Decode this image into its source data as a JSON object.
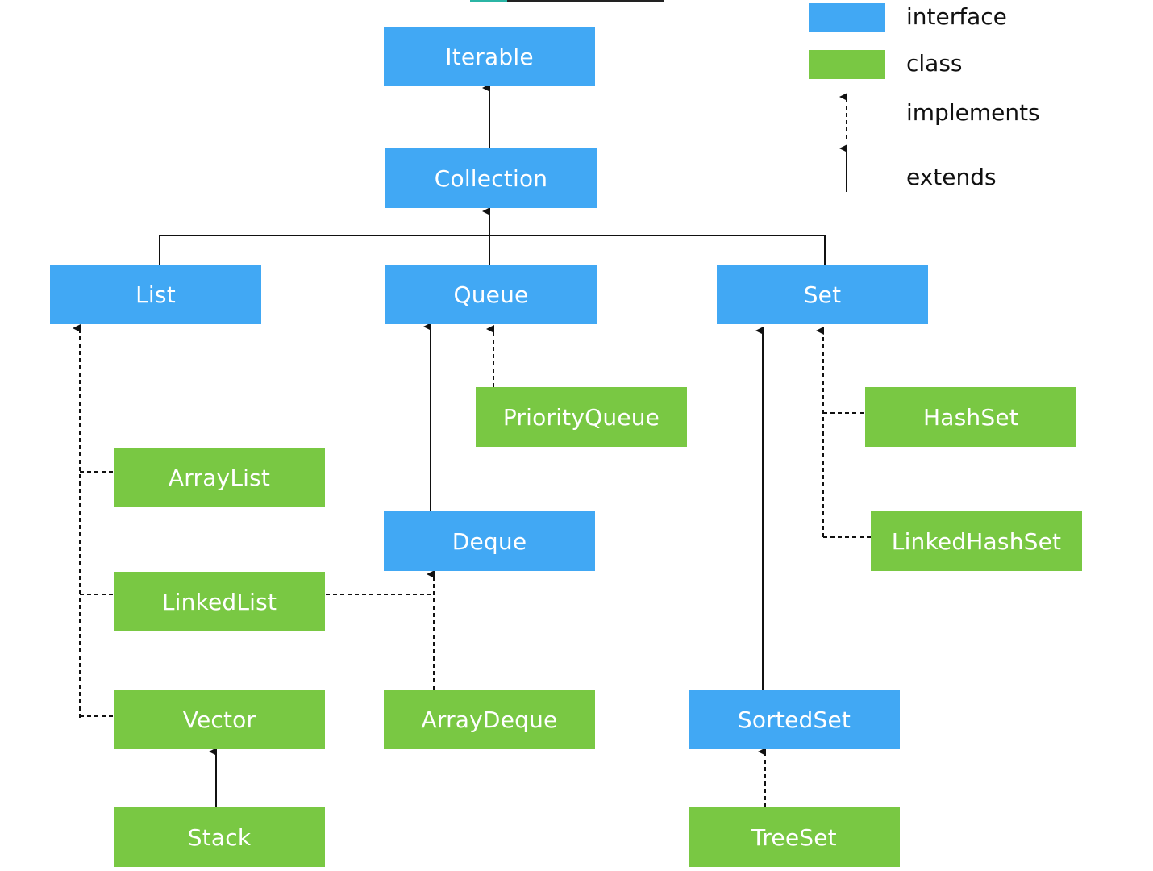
{
  "colors": {
    "interface": "#41a8f4",
    "class": "#79c843",
    "line": "#111111"
  },
  "legend": {
    "interface_label": "interface",
    "class_label": "class",
    "implements_label": "implements",
    "extends_label": "extends"
  },
  "nodes": {
    "iterable": "Iterable",
    "collection": "Collection",
    "list": "List",
    "queue": "Queue",
    "set": "Set",
    "priority_queue": "PriorityQueue",
    "hash_set": "HashSet",
    "array_list": "ArrayList",
    "deque": "Deque",
    "linked_hash_set": "LinkedHashSet",
    "linked_list": "LinkedList",
    "vector": "Vector",
    "array_deque": "ArrayDeque",
    "sorted_set": "SortedSet",
    "stack": "Stack",
    "tree_set": "TreeSet"
  }
}
